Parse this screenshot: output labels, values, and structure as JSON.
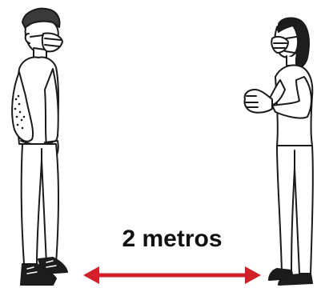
{
  "illustration": {
    "distance_label": "2 metros",
    "colors": {
      "arrow": "#d0202a",
      "line": "#1a1a1a",
      "fill": "#ffffff",
      "shoe": "#1c1c1c"
    },
    "figures": [
      "man-wearing-mask",
      "woman-wearing-mask"
    ]
  }
}
